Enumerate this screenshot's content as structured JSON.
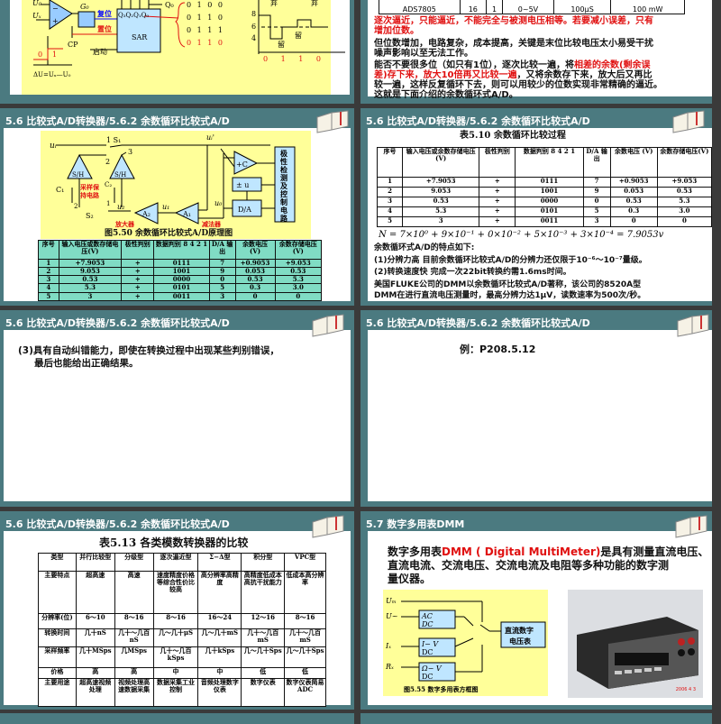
{
  "slides": {
    "s1": {
      "diagram": {
        "u0": "U₀",
        "ux": "Uₓ",
        "g0": "G₀",
        "plus": "+",
        "minus": "−",
        "reset": "复位",
        "set": "置位",
        "q_bits": "Q₃Q₂Q₁Q₀",
        "q0": "Q₀",
        "sar": "SAR",
        "cp": "CP",
        "start": "启动",
        "codes": [
          "0 1 0 0",
          "0 1 1 0",
          "0 1 1 1",
          "0 1 1 0"
        ],
        "step_zero": "0",
        "step_one": "1",
        "delta": "ΔU=Uₓ—U₀",
        "y8": "8",
        "y6": "6",
        "y4": "4",
        "drop1": "弃",
        "keep1": "留",
        "keep2": "留",
        "drop2": "弃",
        "x_code": "0 1 1 0"
      }
    },
    "s2": {
      "table_row": [
        "ADS7805",
        "16",
        "1",
        "0~5V",
        "100μS",
        "100 mW"
      ],
      "red_line1": "逐次逼近，只能逼近，不能完全与被测电压相等。若要减小误差，只有",
      "red_line2": "增加位数。",
      "p2_line1": "但位数增加，电路复杂，成本提高，关键是末位比较电压太小易受干扰",
      "p2_line2": "噪声影响以至无法工作。",
      "p3_line1_a": "能否不要很多位（如只有1位），逐次比较一遍，将",
      "p3_line1_b": "相差的余数(剩余误",
      "p3_line2_a": "差)存下来，放大10倍再又比较一遍",
      "p3_line2_b": "，又将余数存下来，放大后又再比",
      "p3_line3": "较一遍，这样反复循环下去，则可以用较少的位数实现非常精确的逼近。",
      "p3_line4": "这就是下面介绍的余数循环式A/D。"
    },
    "s3": {
      "header": "5.6  比较式A/D转换器/5.6.2  余数循环比较式A/D",
      "diagram": {
        "ui": "uᵢ",
        "s1": "1 S₁",
        "n2": "2",
        "n3": "3",
        "sh1": "S/H",
        "sh2": "S/H",
        "c1": "C₁",
        "c2": "C₂",
        "sh_label1": "采样保",
        "sh_label2": "持电路",
        "ui_prime": "uᵢ'",
        "comparator": "+C",
        "pm_u": "± u",
        "da": "D/A",
        "u0": "u₀",
        "u1": "u₁",
        "u2": "u₂",
        "a1": "A₁",
        "a2": "A₂",
        "s2": "S₂",
        "n1": "1",
        "n2b": "2",
        "amp": "放大器",
        "sub": "减法器",
        "control": [
          "极",
          "性",
          "检",
          "测",
          "及",
          "控",
          "制",
          "电",
          "路"
        ],
        "caption": "图5.50  余数循环比较式A/D原理图"
      },
      "table": {
        "headers": [
          "序号",
          "输入电压或数存储电压(V)",
          "极性判别",
          "数据判别 8 4 2 1",
          "D/A 输出",
          "余数电压 (V)",
          "余数存储电压(V)"
        ],
        "rows": [
          [
            "1",
            "+7.9053",
            "+",
            "0111",
            "7",
            "+0.9053",
            "+9.053"
          ],
          [
            "2",
            "9.053",
            "+",
            "1001",
            "9",
            "0.053",
            "0.53"
          ],
          [
            "3",
            "0.53",
            "+",
            "0000",
            "0",
            "0.53",
            "5.3"
          ],
          [
            "4",
            "5.3",
            "+",
            "0101",
            "5",
            "0.3",
            "3.0"
          ],
          [
            "5",
            "3",
            "+",
            "0011",
            "3",
            "0",
            "0"
          ]
        ]
      }
    },
    "s4": {
      "header": "5.6  比较式A/D转换器/5.6.2  余数循环比较式A/D",
      "table_title": "表5.10  余数循环比较过程",
      "table": {
        "headers": [
          "序号",
          "输入电压或余数存储电压 (V)",
          "极性判别",
          "数据判别 8 4 2 1",
          "D/A 输出",
          "余数电压 (V)",
          "余数存储电压(V)"
        ],
        "rows": [
          [
            "1",
            "+7.9053",
            "+",
            "0111",
            "7",
            "+0.9053",
            "+9.053"
          ],
          [
            "2",
            "9.053",
            "+",
            "1001",
            "9",
            "0.053",
            "0.53"
          ],
          [
            "3",
            "0.53",
            "+",
            "0000",
            "0",
            "0.53",
            "5.3"
          ],
          [
            "4",
            "5.3",
            "+",
            "0101",
            "5",
            "0.3",
            "3.0"
          ],
          [
            "5",
            "3",
            "+",
            "0011",
            "3",
            "0",
            "0"
          ]
        ]
      },
      "formula": "N = 7×10⁰ + 9×10⁻¹ + 0×10⁻² + 5×10⁻³ + 3×10⁻⁴ = 7.9053v",
      "features_title": "余数循环式A/D的特点如下:",
      "feature1": "(1)分辨力高    目前余数循环比较式A/D的分辨力还仅限于10⁻⁶～10⁻⁷量级。",
      "feature2": "(2)转换速度快  完成一次22bit转换约需1.6ms时间。",
      "fluke1": "美国FLUKE公司的DMM以余数循环比较式A/D著称，该公司的8520A型",
      "fluke2": "DMM在进行直流电压测量时，最高分辨力达1μV，读数速率为500次/秒。"
    },
    "s5": {
      "header": "5.6  比较式A/D转换器/5.6.2  余数循环比较式A/D",
      "line1": "(3)具有自动纠错能力，即使在转换过程中出现某些判别错误，",
      "line2": "最后也能给出正确结果。"
    },
    "s6": {
      "header": "5.6  比较式A/D转换器/5.6.2  余数循环比较式A/D",
      "example": "例：P208.5.12"
    },
    "s7": {
      "header": "5.6  比较式A/D转换器/5.6.2  余数循环比较式A/D",
      "table_title": "表5.13  各类模数转换器的比较",
      "table": {
        "headers": [
          "类型",
          "并行比较型",
          "分级型",
          "逐次逼近型",
          "Σ−Δ型",
          "积分型",
          "VPC型"
        ],
        "rows": [
          [
            "主要特点",
            "超高速",
            "高速",
            "速度精度价格等综合性价比较高",
            "高分辨率高精度",
            "高精度低成本高抗干扰能力",
            "低成本高分辨率"
          ],
          [
            "分辨率(位)",
            "6～10",
            "8～16",
            "8～16",
            "16～24",
            "12～16",
            "8～16"
          ],
          [
            "转换时间",
            "几十nS",
            "几十～几百nS",
            "几～几十μS",
            "几～几十mS",
            "几十～几百mS",
            "几十～几百mS"
          ],
          [
            "采样频率",
            "几十MSps",
            "几MSps",
            "几十～几百kSps",
            "几十kSps",
            "几～几十Sps",
            "几～几十Sps"
          ],
          [
            "价格",
            "高",
            "高",
            "中",
            "中",
            "低",
            "低"
          ],
          [
            "主要用途",
            "超高速视频处理",
            "视频处理高速数据采集",
            "数据采集工业控制",
            "音频处理数字仪表",
            "数字仪表",
            "数字仪表简易ADC"
          ]
        ]
      }
    },
    "s8": {
      "header": "5.7  数字多用表DMM",
      "intro_a": "数字多用表",
      "intro_red": "DMM ( Digital MultiMeter)",
      "intro_b": "是具有测量直流电压、",
      "intro_line2": "直流电流、交流电压、交流电流及电阻等多种功能的数字测",
      "intro_line3": "量仪器。",
      "diagram": {
        "um": "Uₘ",
        "u_ac": "U~",
        "ix": "Iₓ",
        "rx": "Rₓ",
        "ac_dc_top": "AC",
        "ac_dc_bottom": "DC",
        "iv_top": "I− V",
        "iv_bottom": "DC",
        "rv_top": "Ω− V",
        "rv_bottom": "DC",
        "dvm1": "直流数字",
        "dvm2": "电压表",
        "caption": "图5.55  数字多用表方框图"
      },
      "photo_date": "2006 4 3"
    }
  },
  "colors": {
    "frame": "#4b7a80",
    "accent_red": "#e01010",
    "diagram_bg": "#ffff99",
    "table_green": "#80dcc4"
  }
}
